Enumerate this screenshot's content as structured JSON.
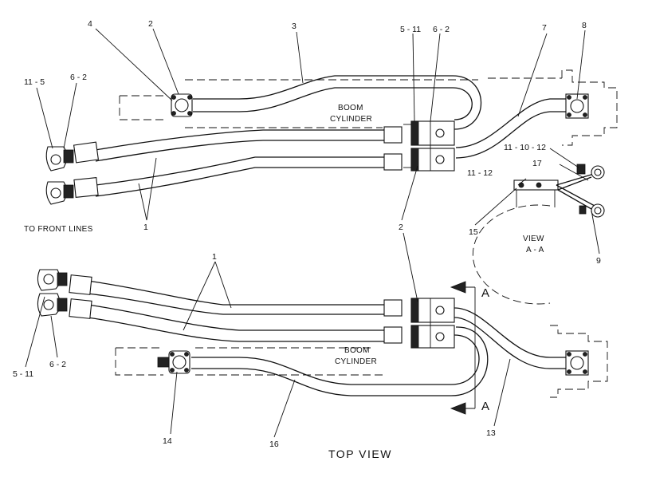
{
  "callouts": {
    "c_4": "4",
    "c_2_top": "2",
    "c_3": "3",
    "c_5_11_top": "5 - 11",
    "c_6_2_top": "6 - 2",
    "c_7": "7",
    "c_8": "8",
    "c_11_5": "11 - 5",
    "c_6_2_left": "6 - 2",
    "c_11_10_12": "11 - 10 - 12",
    "c_17": "17",
    "c_11_12": "11 - 12",
    "c_1_top": "1",
    "c_2_mid": "2",
    "c_15": "15",
    "c_9": "9",
    "c_1_bottom": "1",
    "c_5_11_bottom": "5 - 11",
    "c_6_2_bottom": "6 - 2",
    "c_14": "14",
    "c_16": "16",
    "c_13": "13"
  },
  "labels": {
    "boom_top_1": "BOOM",
    "boom_top_2": "CYLINDER",
    "boom_bottom_1": "BOOM",
    "boom_bottom_2": "CYLINDER",
    "front_lines": "TO FRONT LINES",
    "view_1": "VIEW",
    "view_2": "A - A",
    "section_a_top": "A",
    "section_a_bottom": "A",
    "top_view": "TOP  VIEW"
  }
}
